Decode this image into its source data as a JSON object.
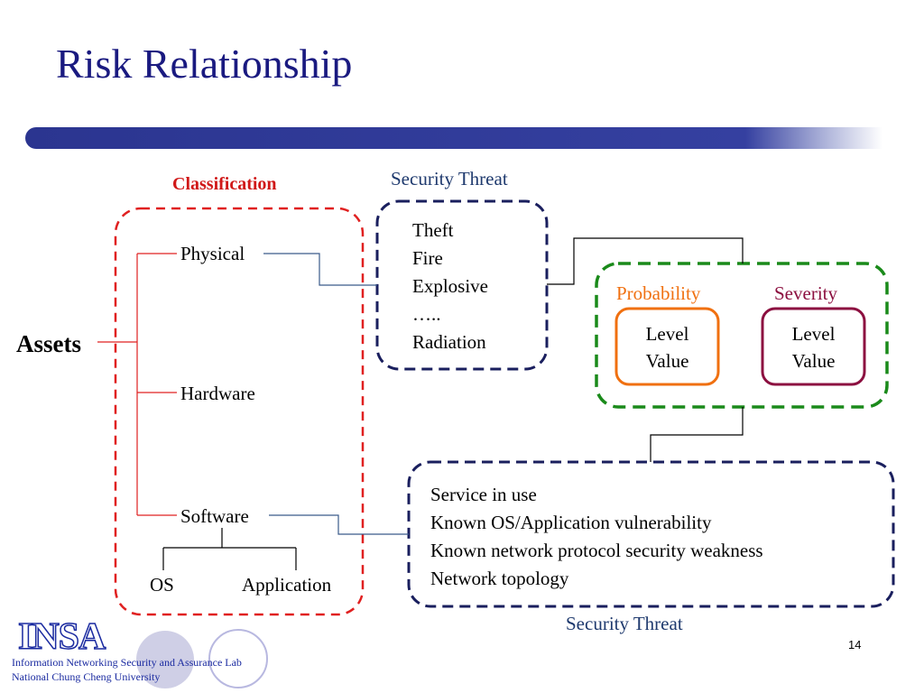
{
  "slide": {
    "title": "Risk Relationship",
    "page_number": "14"
  },
  "classification": {
    "heading": "Classification",
    "assets_label": "Assets",
    "items": [
      "Physical",
      "Hardware",
      "Software"
    ],
    "software_children": [
      "OS",
      "Application"
    ]
  },
  "security_threat_top": {
    "label": "Security Threat",
    "items": [
      "Theft",
      "Fire",
      "Explosive",
      "…..",
      "Radiation"
    ]
  },
  "risk_box": {
    "probability": {
      "label": "Probability",
      "line1": "Level",
      "line2": "Value"
    },
    "severity": {
      "label": "Severity",
      "line1": "Level",
      "line2": "Value"
    }
  },
  "security_threat_bottom": {
    "label": "Security Threat",
    "items": [
      "Service in use",
      "Known OS/Application vulnerability",
      "Known network protocol security weakness",
      "Network topology"
    ]
  },
  "footer": {
    "logo_text": "INSA",
    "lab_name": "Information Networking Security and Assurance Lab",
    "university": "National Chung Cheng University"
  },
  "colors": {
    "title": "#1a1a80",
    "red_dash": "#e02020",
    "navy_dash": "#1a1f5e",
    "green_dash": "#1a8a1a",
    "orange_box": "#f07010",
    "maroon_box": "#8c1040"
  }
}
